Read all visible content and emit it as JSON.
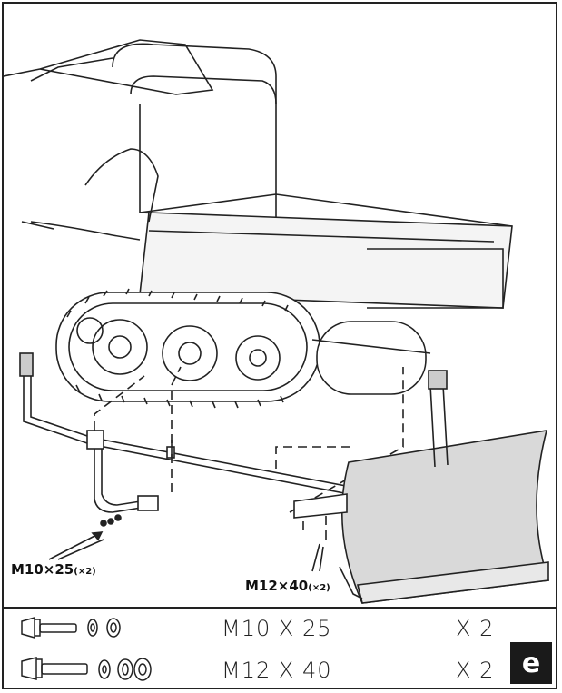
{
  "callouts": {
    "left": {
      "size": "M10×25",
      "qty": "(×2)"
    },
    "right": {
      "size": "M12×40",
      "qty": "(×2)"
    }
  },
  "parts": [
    {
      "spec": "M10 X 25",
      "count": "X 2"
    },
    {
      "spec": "M12 X 40",
      "count": "X 2"
    }
  ],
  "step": "e",
  "colors": {
    "line": "#222222",
    "blade": "#d9d9d9",
    "badge": "#1a1a1a"
  }
}
